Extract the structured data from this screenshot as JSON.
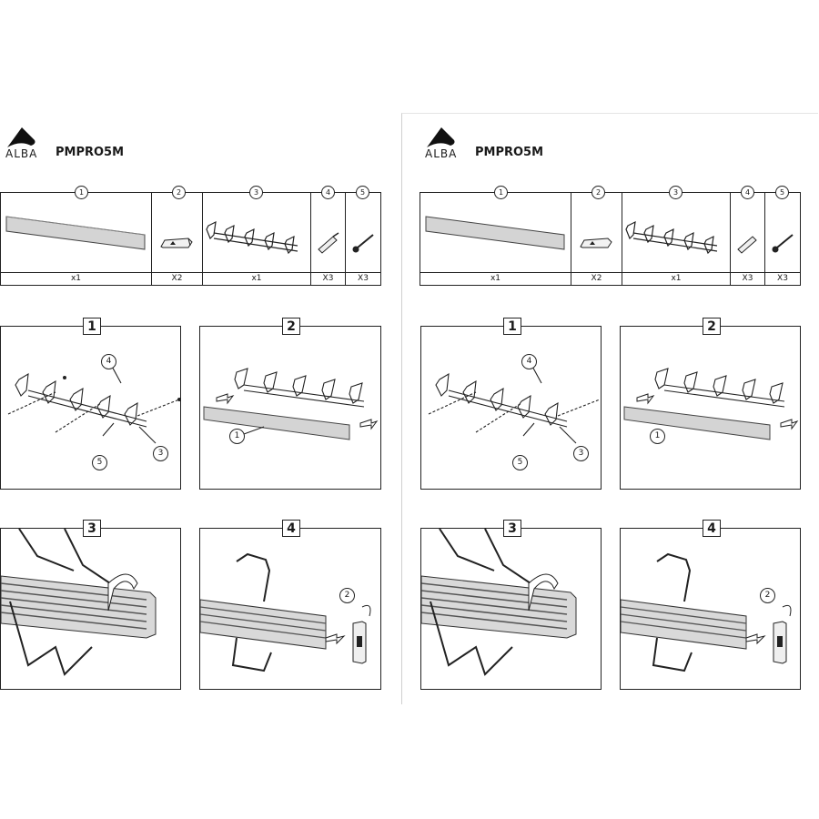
{
  "brand": {
    "logo_text": "ALBA"
  },
  "product_code": "PMPRO5M",
  "parts": [
    {
      "number": "1",
      "quantity": "x1"
    },
    {
      "number": "2",
      "quantity": "X2"
    },
    {
      "number": "3",
      "quantity": "x1"
    },
    {
      "number": "4",
      "quantity": "X3"
    },
    {
      "number": "5",
      "quantity": "X3"
    }
  ],
  "steps": [
    {
      "number": "1",
      "callouts": [
        "4",
        "5",
        "3"
      ]
    },
    {
      "number": "2",
      "callouts": [
        "1"
      ]
    },
    {
      "number": "3",
      "callouts": []
    },
    {
      "number": "4",
      "callouts": [
        "2"
      ]
    }
  ],
  "colors": {
    "line": "#222222",
    "rail_fill": "#d4d4d4",
    "border": "#cfcfcf"
  }
}
